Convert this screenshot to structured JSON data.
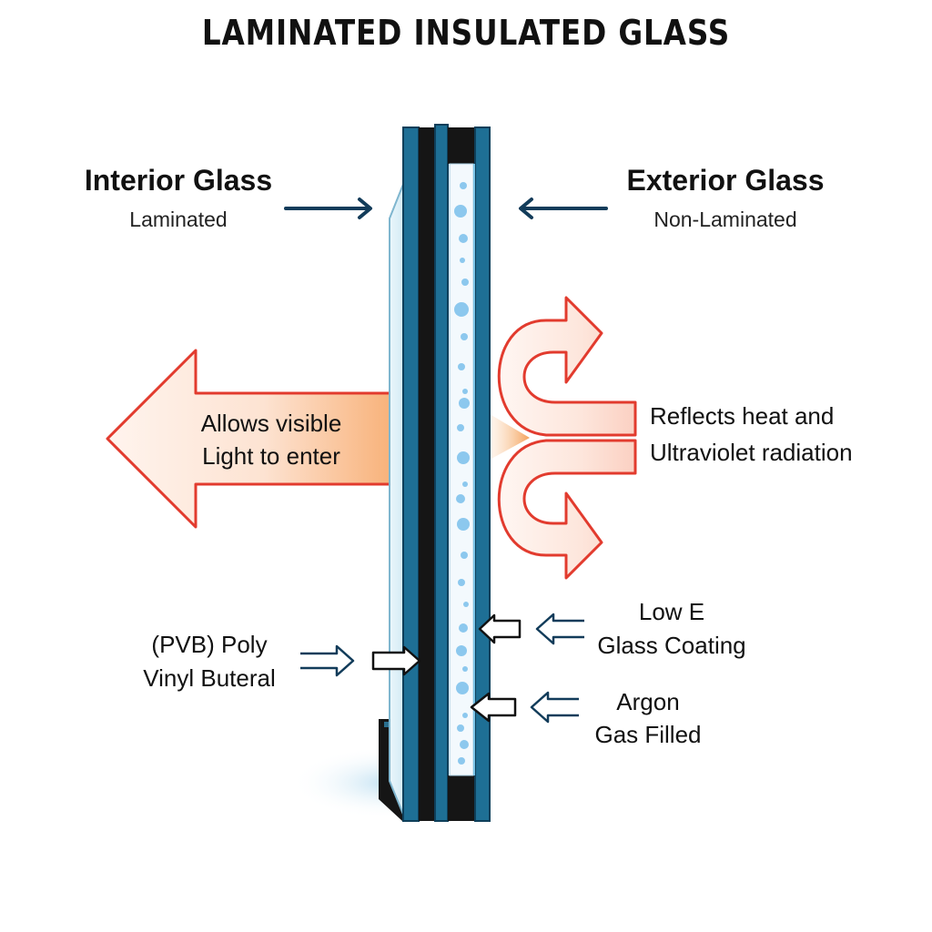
{
  "title": "LAMINATED INSULATED GLASS",
  "interior": {
    "name": "Interior Glass",
    "type": "Laminated"
  },
  "exterior": {
    "name": "Exterior Glass",
    "type": "Non-Laminated"
  },
  "visible_light": {
    "line1": "Allows visible",
    "line2": "Light to enter"
  },
  "reflects": {
    "line1": "Reflects heat and",
    "line2": "Ultraviolet radiation"
  },
  "pvb": {
    "line1": "(PVB) Poly",
    "line2": "Vinyl Buteral"
  },
  "low_e": {
    "line1": "Low E",
    "line2": "Glass Coating"
  },
  "argon": {
    "line1": "Argon",
    "line2": "Gas Filled"
  },
  "colors": {
    "frame_blue": "#1e6f95",
    "frame_dark": "#0e3f5a",
    "pvb_black": "#151515",
    "arrow_red": "#e23b2e",
    "label_arrow": "#123c5a",
    "bubble": "#8cc8ee"
  }
}
